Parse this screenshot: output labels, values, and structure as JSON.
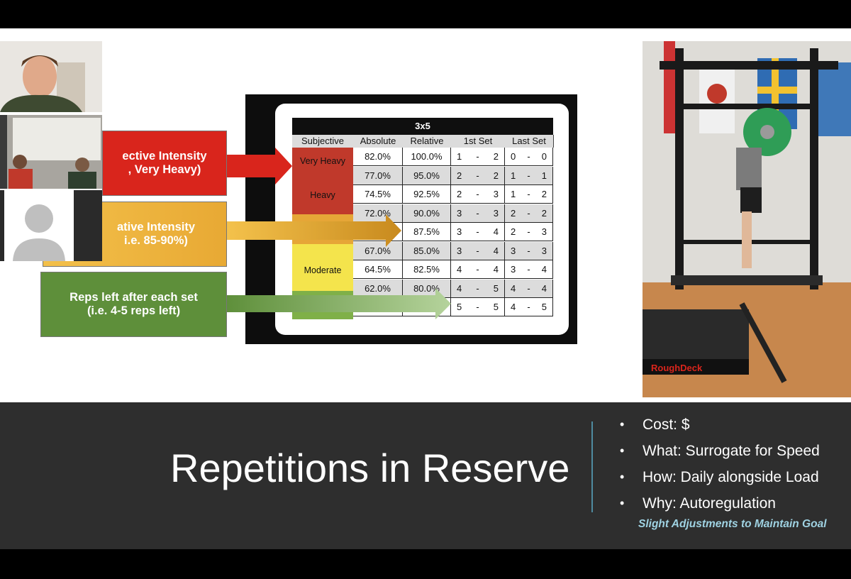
{
  "slide": {
    "title": "Repetitions in Reserve",
    "bullets": [
      "Cost:  $",
      "What: Surrogate for Speed",
      "How: Daily alongside Load",
      "Why: Autoregulation"
    ],
    "tagline": "Slight Adjustments to Maintain Goal"
  },
  "arrows": [
    {
      "line1": "ective Intensity",
      "line2": ", Very Heavy)",
      "color": "#d9251c"
    },
    {
      "line1": "ative Intensity",
      "line2": "i.e. 85-90%)",
      "color": "#e8b730"
    },
    {
      "line1": "Reps left after each set",
      "line2": "(i.e. 4-5 reps left)",
      "color": "#5e8f3a"
    }
  ],
  "table": {
    "title": "3x5",
    "headers": [
      "Subjective",
      "Absolute",
      "Relative",
      "1st Set",
      "Last Set"
    ],
    "subjective": {
      "very_heavy": "Very Heavy",
      "heavy": "Heavy",
      "moderate": "Moderate"
    },
    "rows": [
      {
        "absolute": "82.0%",
        "relative": "100.0%",
        "first": [
          "1",
          "-",
          "2"
        ],
        "last": [
          "0",
          "-",
          "0"
        ]
      },
      {
        "absolute": "77.0%",
        "relative": "95.0%",
        "first": [
          "2",
          "-",
          "2"
        ],
        "last": [
          "1",
          "-",
          "1"
        ]
      },
      {
        "absolute": "74.5%",
        "relative": "92.5%",
        "first": [
          "2",
          "-",
          "3"
        ],
        "last": [
          "1",
          "-",
          "2"
        ]
      },
      {
        "absolute": "72.0%",
        "relative": "90.0%",
        "first": [
          "3",
          "-",
          "3"
        ],
        "last": [
          "2",
          "-",
          "2"
        ]
      },
      {
        "absolute": "",
        "relative": "87.5%",
        "first": [
          "3",
          "-",
          "4"
        ],
        "last": [
          "2",
          "-",
          "3"
        ]
      },
      {
        "absolute": "67.0%",
        "relative": "85.0%",
        "first": [
          "3",
          "-",
          "4"
        ],
        "last": [
          "3",
          "-",
          "3"
        ]
      },
      {
        "absolute": "64.5%",
        "relative": "82.5%",
        "first": [
          "4",
          "-",
          "4"
        ],
        "last": [
          "3",
          "-",
          "4"
        ]
      },
      {
        "absolute": "62.0%",
        "relative": "80.0%",
        "first": [
          "4",
          "-",
          "5"
        ],
        "last": [
          "4",
          "-",
          "4"
        ]
      },
      {
        "absolute": "",
        "relative": "",
        "first": [
          "5",
          "-",
          "5"
        ],
        "last": [
          "4",
          "-",
          "5"
        ]
      }
    ]
  },
  "video": {
    "brand": "RoughDeck"
  },
  "colors": {
    "bar": "#2e2e2e",
    "accent": "#4f8ba0",
    "tagline": "#9fd2e2"
  }
}
